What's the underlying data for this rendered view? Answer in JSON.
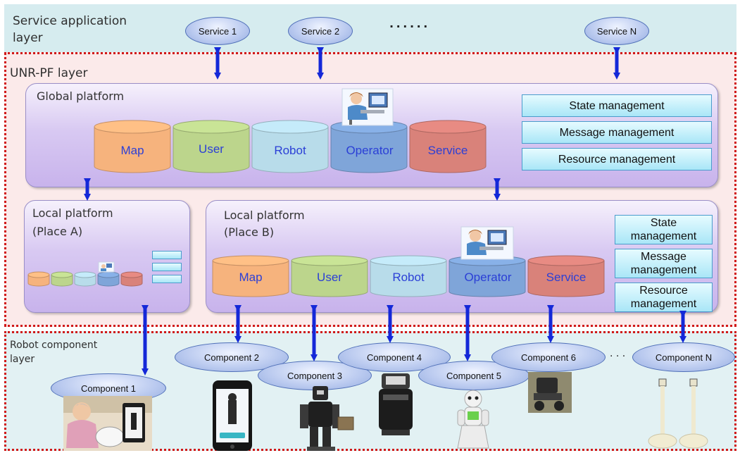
{
  "layers": {
    "service": "Service application\nlayer",
    "unr": "UNR-PF layer",
    "robot": "Robot component\nlayer"
  },
  "services": [
    "Service 1",
    "Service 2",
    "Service N"
  ],
  "services_ellipsis": "· · · · · ·",
  "global_platform": {
    "title": "Global platform",
    "databases": [
      "Map",
      "User",
      "Robot",
      "Operator",
      "Service"
    ],
    "management": [
      "State management",
      "Message management",
      "Resource management"
    ]
  },
  "local_a": {
    "title": "Local platform\n(Place A)"
  },
  "local_b": {
    "title": "Local platform\n(Place B)",
    "databases": [
      "Map",
      "User",
      "Robot",
      "Operator",
      "Service"
    ],
    "management": [
      "State\nmanagement",
      "Message\nmanagement",
      "Resource\nmanagement"
    ]
  },
  "components": [
    "Component 1",
    "Component 2",
    "Component 3",
    "Component 4",
    "Component 5",
    "Component 6",
    "Component N"
  ],
  "components_ellipsis": "· · ·",
  "colors": {
    "map": "#f6b37d",
    "user": "#bcd58c",
    "robot": "#b8dcea",
    "operator": "#7fa5d9",
    "service": "#d9827a",
    "arrow": "#1428d8"
  }
}
